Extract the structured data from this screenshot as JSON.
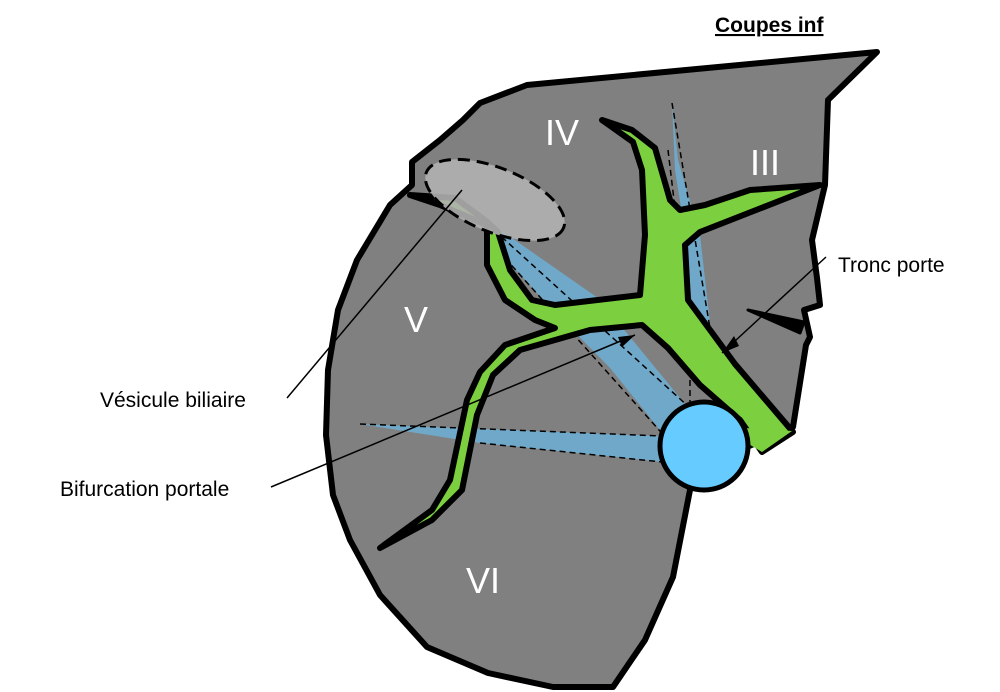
{
  "title": "Coupes inf",
  "segments": {
    "IV": "IV",
    "III": "III",
    "V": "V",
    "VI": "VI"
  },
  "annotations": {
    "tronc_porte": "Tronc porte",
    "vesicule_biliaire": "Vésicule biliaire",
    "bifurcation_portale": "Bifurcation portale"
  },
  "colors": {
    "liver": "#808080",
    "portal_vein": "#7ccf3e",
    "vena_cava": "#66ccff",
    "hepatic_veins": "#6fa8c8",
    "gallbladder": "#b0b0b0",
    "outline": "#000000"
  }
}
